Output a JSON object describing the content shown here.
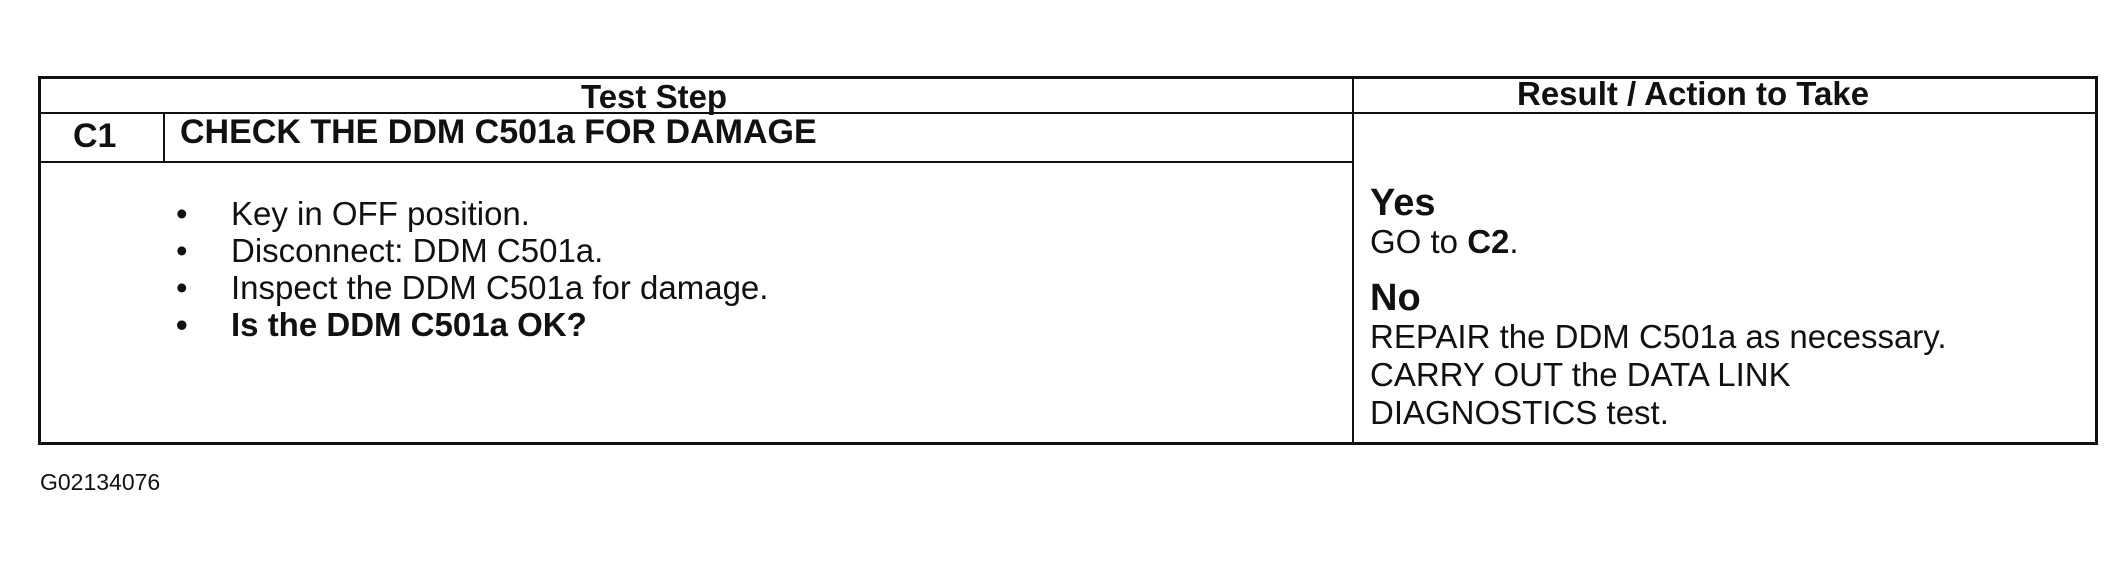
{
  "table": {
    "header": {
      "test_step": "Test Step",
      "result_action": "Result / Action to Take"
    },
    "step": {
      "id": "C1",
      "title": "CHECK THE DDM C501a FOR DAMAGE",
      "bullets": [
        {
          "bullet": "•",
          "text": "Key in OFF position."
        },
        {
          "bullet": "•",
          "text": "Disconnect: DDM C501a."
        },
        {
          "bullet": "•",
          "text": "Inspect the DDM C501a for damage."
        },
        {
          "bullet": "•",
          "text": "Is the DDM C501a OK?"
        }
      ]
    },
    "results": {
      "yes": {
        "label": "Yes",
        "action_prefix": "GO to ",
        "action_target": "C2",
        "action_suffix": "."
      },
      "no": {
        "label": "No",
        "action_lines": [
          "REPAIR the DDM C501a as necessary.",
          "CARRY OUT the DATA LINK",
          "DIAGNOSTICS test."
        ]
      }
    }
  },
  "figure_id": "G02134076"
}
